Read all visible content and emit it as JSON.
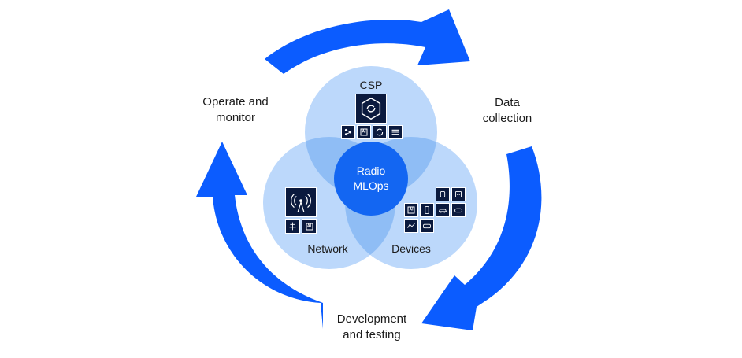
{
  "cycle": {
    "operate": "Operate and\nmonitor",
    "data": "Data\ncollection",
    "development": "Development\nand testing"
  },
  "venn": {
    "csp": "CSP",
    "network": "Network",
    "devices": "Devices",
    "center": "Radio\nMLOps"
  },
  "colors": {
    "arrow": "#0b5cff",
    "circle_light": "#bcd8fb",
    "circle_overlap": "#8fbdf5",
    "center": "#1366f2",
    "icon_tile": "#0b1a3e"
  },
  "icons": {
    "csp": [
      "recycle-badge-icon",
      "network-nodes-icon",
      "ai-chip-icon",
      "refresh-icon",
      "list-icon"
    ],
    "network": [
      "antenna-icon",
      "tower-icon",
      "ai-chip-icon"
    ],
    "devices": [
      "smartwatch-icon",
      "robot-icon",
      "ai-chip-icon",
      "phone-icon",
      "car-icon",
      "gamepad-icon",
      "camera-icon",
      "factory-icon",
      "vehicle-icon"
    ]
  }
}
